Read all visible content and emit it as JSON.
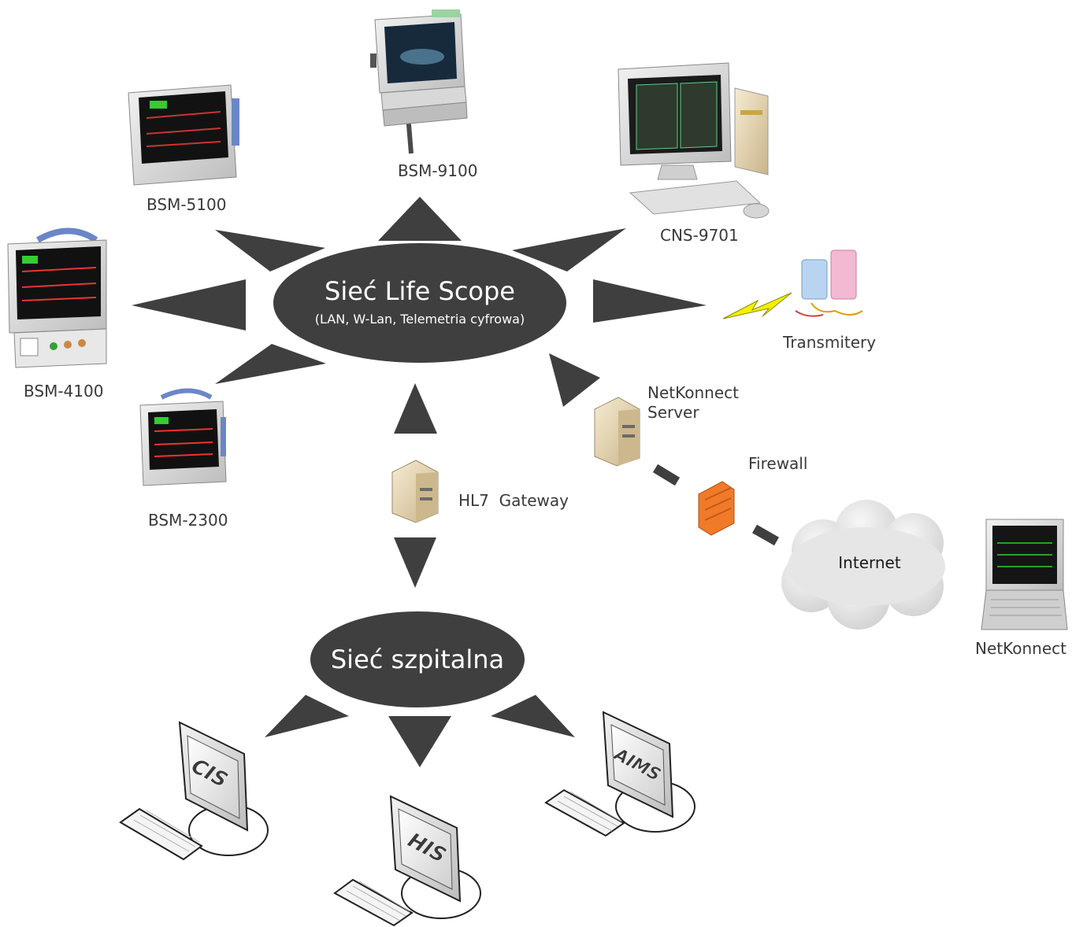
{
  "hubs": {
    "life_scope": {
      "title": "Sieć Life Scope",
      "subtitle": "(LAN, W-Lan, Telemetria cyfrowa)"
    },
    "hospital": {
      "title": "Sieć szpitalna"
    }
  },
  "devices": {
    "bsm9100": "BSM-9100",
    "bsm5100": "BSM-5100",
    "cns9701": "CNS-9701",
    "bsm4100": "BSM-4100",
    "transmitters": "Transmitery",
    "bsm2300": "BSM-2300",
    "netkonnect_server_line1": "NetKonnect",
    "netkonnect_server_line2": "Server",
    "firewall": "Firewall",
    "hl7_gateway": "HL7  Gateway",
    "internet": "Internet",
    "netkonnect_client": "NetKonnect"
  },
  "workstations": {
    "cis": "CIS",
    "his": "HIS",
    "aims": "AIMS"
  },
  "colors": {
    "hub_fill": "#3f3f3f",
    "arrow_fill": "#3f3f3f",
    "label_text": "#3a3a3a",
    "cloud_fill": "#e6e6e6",
    "firewall_fill": "#f07a28",
    "lightning_fill": "#f4f000"
  }
}
